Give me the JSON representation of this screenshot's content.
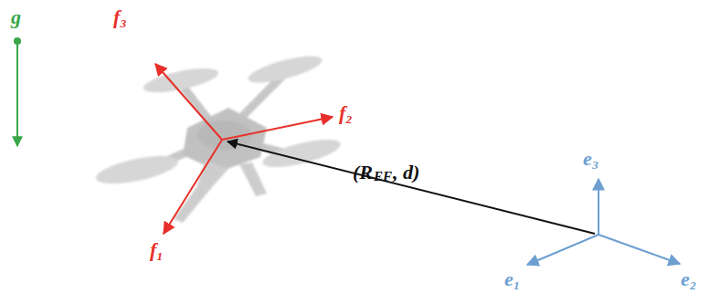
{
  "diagram": {
    "labels": [
      "g",
      "f₃",
      "f₂",
      "f₁",
      "(R",
      "EF",
      ", d)",
      "e₃",
      "e₁",
      "e₂"
    ]
  }
}
